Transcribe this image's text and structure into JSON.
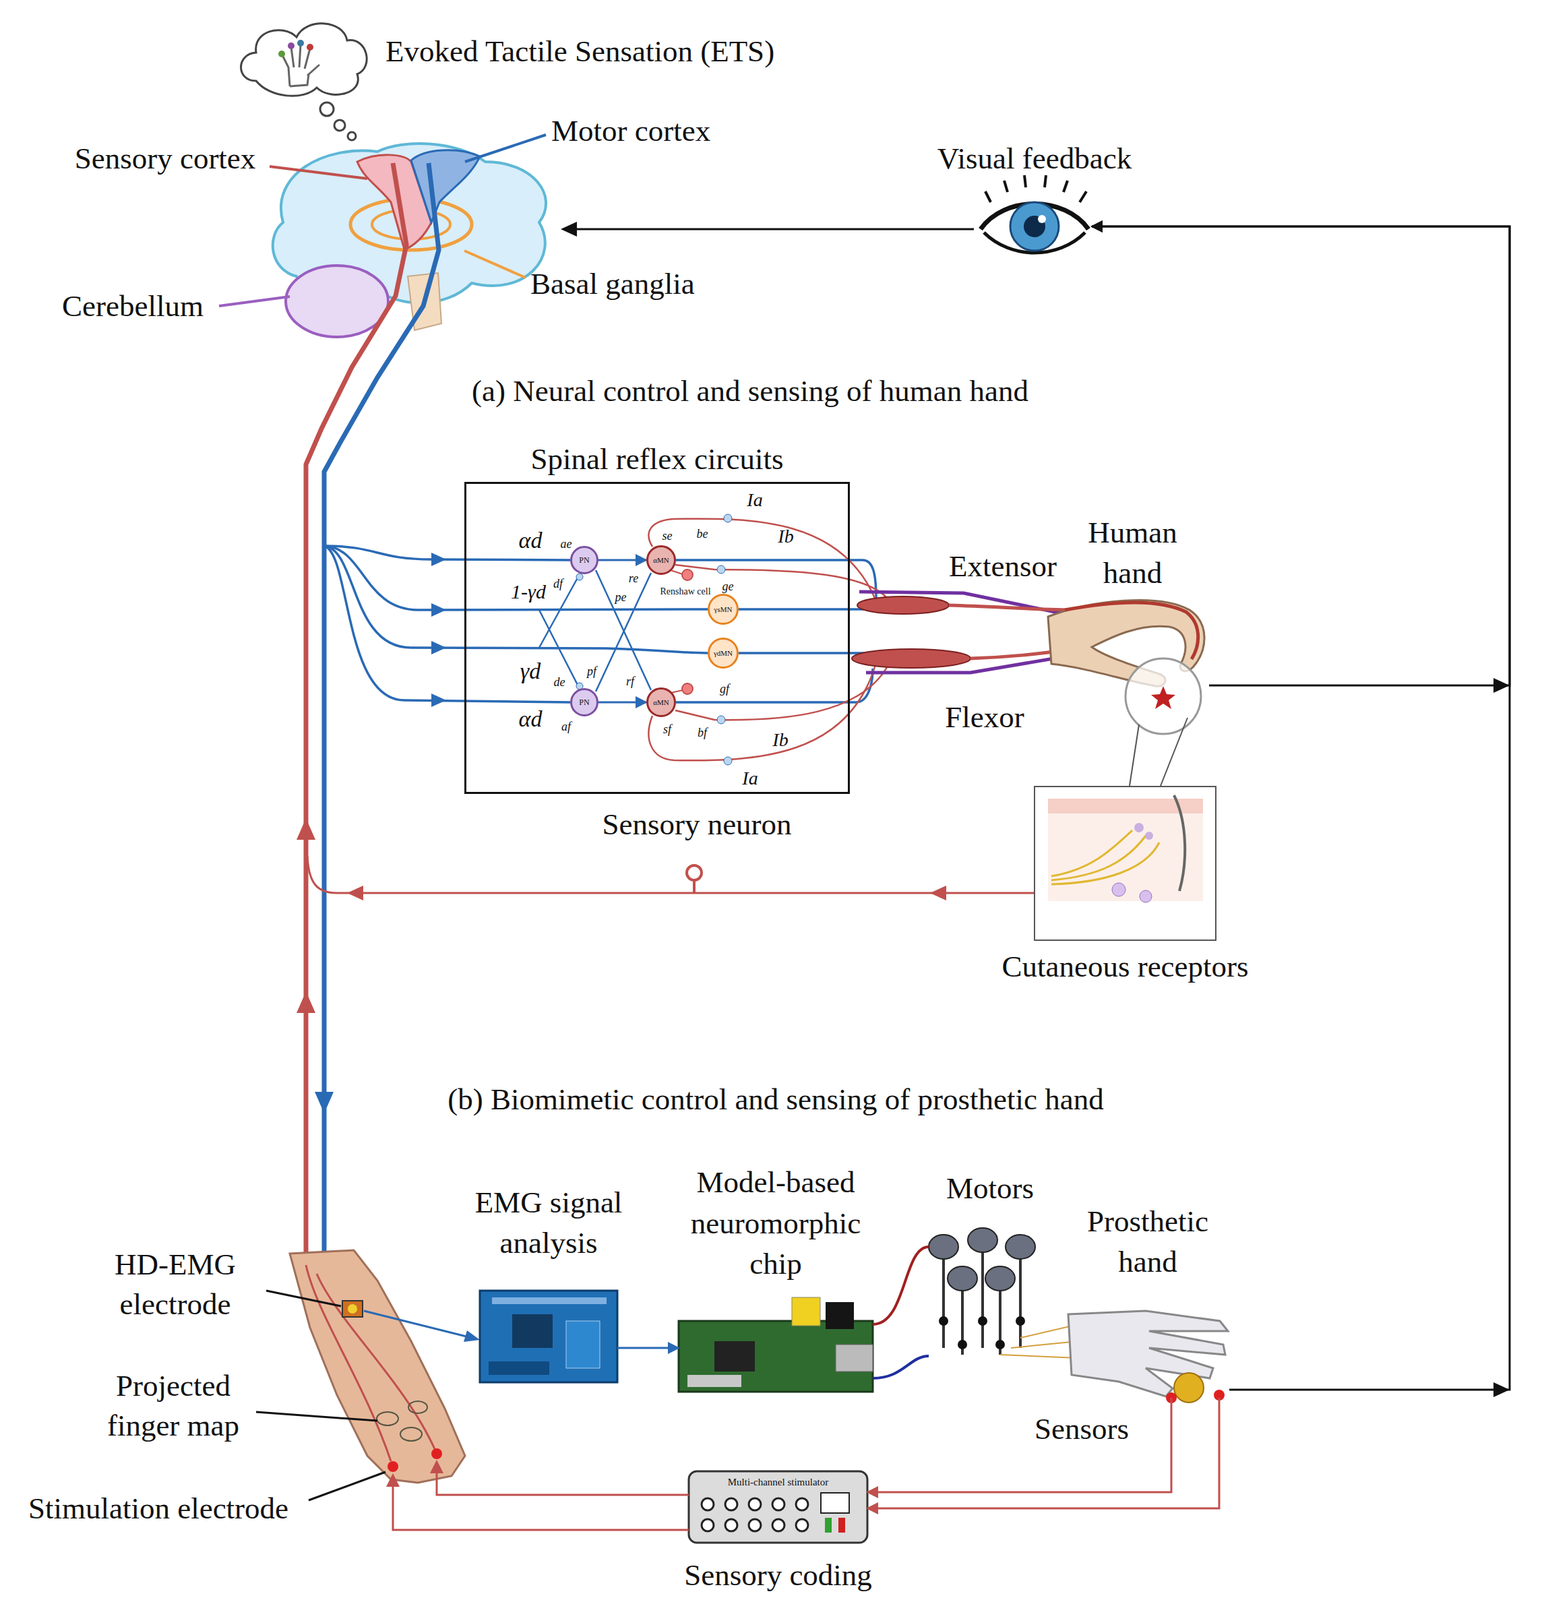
{
  "diagram": {
    "nodes": [
      {
        "text": [
          "Visual feedback"
        ]
      },
      {
        "text": [
          "Spinal reflex circuits"
        ]
      },
      {
        "text": [
          "PN"
        ],
        "in": 1
      },
      {
        "text": [
          "αMN"
        ],
        "in": 1
      },
      {
        "text": [
          "γsMN"
        ],
        "in": 1
      },
      {
        "text": [
          "γdMN"
        ],
        "in": 1
      },
      {
        "text": [
          "PN"
        ],
        "in": 1
      },
      {
        "text": [
          "αMN"
        ],
        "in": 1
      },
      {
        "text": [
          "Human hand"
        ]
      },
      {
        "text": [
          "Cutaneous receptors"
        ]
      },
      {
        "text": [
          "EMG signal analysis"
        ]
      },
      {
        "text": [
          "Model-based neuromorphic chip"
        ]
      },
      {
        "text": [
          "Motors"
        ]
      },
      {
        "text": [
          "Prosthetic hand"
        ]
      },
      {
        "text": [
          "Multi-channel stimulator",
          "Sensory coding"
        ]
      }
    ],
    "edges": [
      {
        "from": 2,
        "to": 3,
        "arrow": "to"
      },
      {
        "from": 6,
        "to": 7,
        "arrow": "to"
      },
      {
        "from": 8,
        "to": 0,
        "arrow": "to"
      },
      {
        "from": 13,
        "to": 0,
        "arrow": "to"
      },
      {
        "from": 10,
        "to": 11,
        "arrow": "to"
      },
      {
        "from": 11,
        "to": 12,
        "arrow": "none"
      },
      {
        "from": 11,
        "to": 12,
        "arrow": "none"
      },
      {
        "from": 13,
        "to": 14,
        "arrow": "to"
      },
      {
        "from": 13,
        "to": 14,
        "arrow": "to"
      }
    ],
    "labels": [
      "Evoked Tactile Sensation (ETS)",
      "Sensory cortex",
      "Motor cortex",
      "Basal ganglia",
      "Cerebellum",
      "(a) Neural control and sensing of human hand",
      "Extensor",
      "Flexor",
      "Sensory neuron",
      "(b) Biomimetic control and sensing of prosthetic hand",
      "HD-EMG electrode",
      "Projected finger map",
      "Stimulation electrode",
      "Sensors",
      "Ia",
      "Ib",
      "αd",
      "ae",
      "df",
      "1-γd",
      "se",
      "be",
      "ge",
      "re",
      "pe",
      "Renshaw cell",
      "γd",
      "de",
      "pf",
      "rf",
      "gf",
      "αd",
      "af",
      "sf",
      "bf",
      "Ib",
      "Ia"
    ]
  }
}
